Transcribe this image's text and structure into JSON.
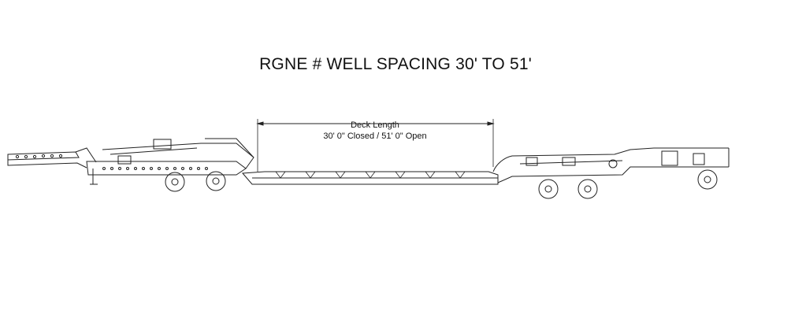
{
  "title": "RGNE # WELL SPACING 30' TO 51'",
  "dimension": {
    "label": "Deck Length",
    "value": "30' 0\" Closed / 51' 0\" Open"
  },
  "drawing": {
    "subject": "removable gooseneck trailer with extendable well deck",
    "line_color": "#222222"
  }
}
